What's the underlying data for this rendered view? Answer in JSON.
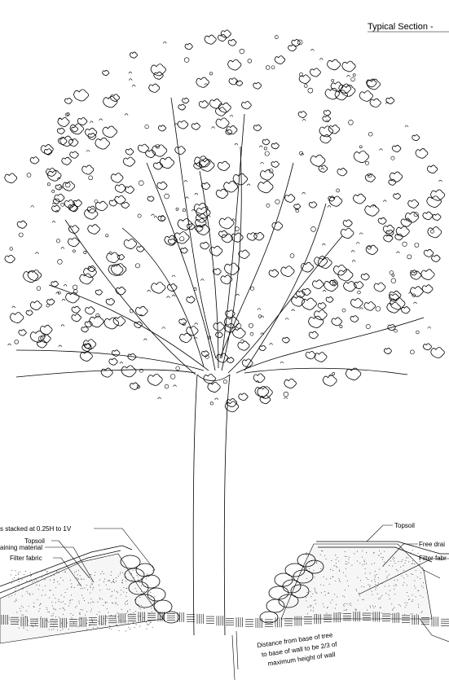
{
  "drawing": {
    "title": "Typical Section -"
  },
  "labels": {
    "left": {
      "stacked": "s stacked at 0.25H to 1V",
      "topsoil": "Topsoil",
      "draining_material": "aining material",
      "filter_fabric": "Filter fabric"
    },
    "right": {
      "topsoil": "Topsoil",
      "free_drain": "Free drai",
      "filter_fabric": "Filter fabr"
    },
    "distance_note": {
      "line1": "Distance from base of tree",
      "line2": "to base of wall to be 2/3 of",
      "line3": "maximum height of wall"
    }
  }
}
